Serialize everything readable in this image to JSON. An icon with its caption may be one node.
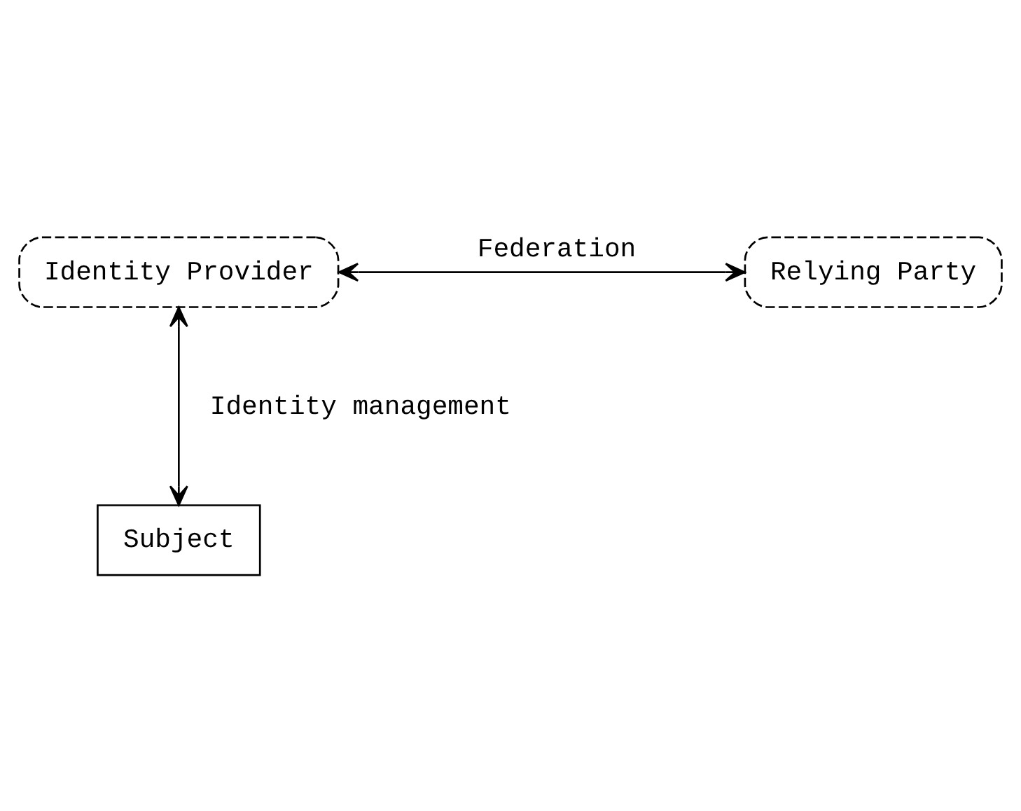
{
  "diagram": {
    "nodes": [
      {
        "text": [
          "Identity Provider"
        ]
      },
      {
        "text": [
          "Relying Party"
        ]
      },
      {
        "text": [
          "Subject"
        ]
      }
    ],
    "edges": [
      {
        "from": 0,
        "to": 1,
        "arrow": "both",
        "label": "Federation"
      },
      {
        "from": 0,
        "to": 2,
        "arrow": "both",
        "label": "Identity management"
      }
    ]
  }
}
